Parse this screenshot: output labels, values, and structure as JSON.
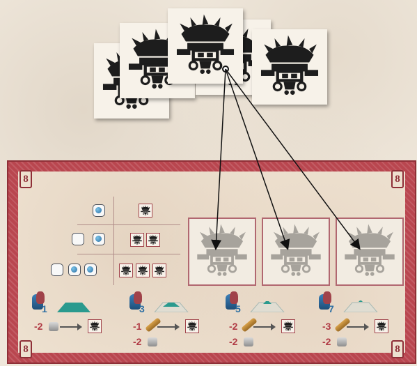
{
  "board": {
    "corner_labels": [
      "8",
      "8",
      "8",
      "8"
    ],
    "cost_table_rows": [
      {
        "orbs": [
          "filled"
        ],
        "tiles": 1
      },
      {
        "orbs": [
          "empty",
          "filled"
        ],
        "tiles": 2
      },
      {
        "orbs": [
          "empty",
          "filled",
          "filled"
        ],
        "tiles": 3
      }
    ],
    "steps": [
      {
        "number": "1",
        "cost_line1": "-2",
        "cost_line2": "",
        "pyramid_fill": 1.0
      },
      {
        "number": "3",
        "cost_line1": "-1",
        "cost_line2": "-2",
        "pyramid_fill": 0.66
      },
      {
        "number": "5",
        "cost_line1": "-2",
        "cost_line2": "-2",
        "pyramid_fill": 0.33
      },
      {
        "number": "7",
        "cost_line1": "-3",
        "cost_line2": "-2",
        "pyramid_fill": 0.15
      }
    ]
  },
  "icons": {
    "tile_icon": "mask-headdress-icon",
    "vase_icon": "vase-icon",
    "wood_icon": "wood-icon",
    "stone_icon": "stone-icon",
    "pyramid_icon": "pyramid-icon",
    "orb_icon": "blue-orb-icon"
  },
  "colors": {
    "board_red": "#b9464f",
    "orb_blue": "#2d6fa3",
    "pyramid_teal": "#2a9a8e",
    "cost_red": "#b03a44"
  }
}
